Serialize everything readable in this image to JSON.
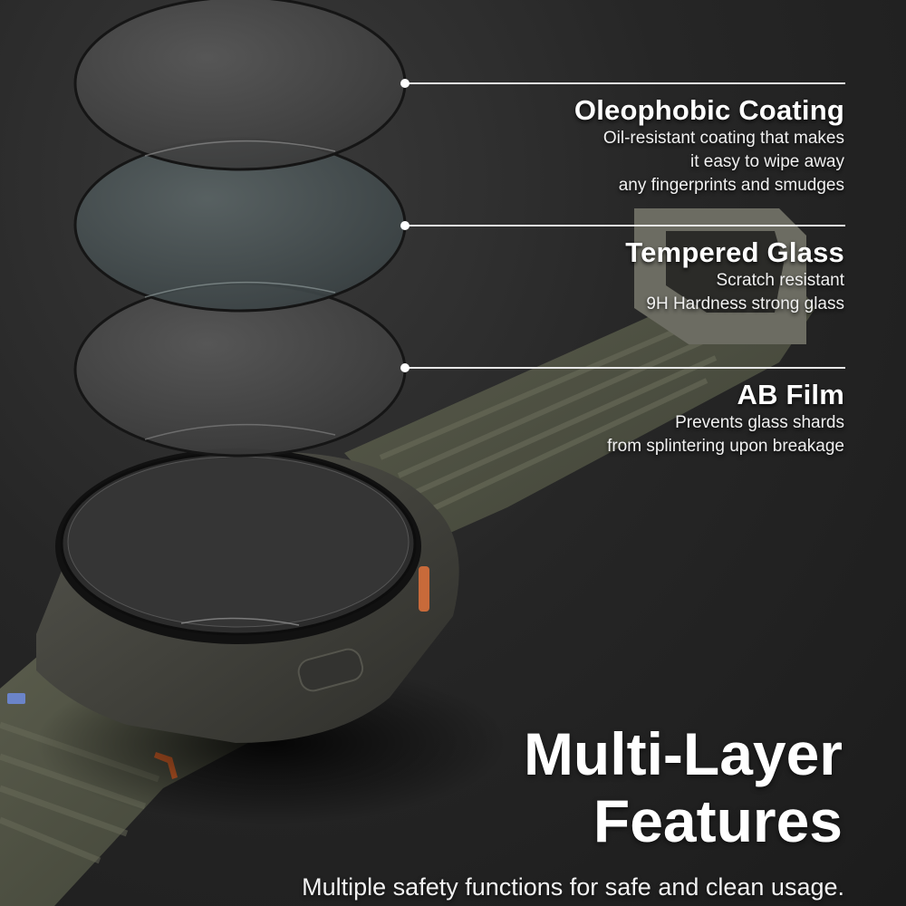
{
  "layers": [
    {
      "title": "Oleophobic Coating",
      "description": [
        "Oil-resistant coating that makes",
        "it easy to wipe away",
        "any fingerprints and smudges"
      ]
    },
    {
      "title": "Tempered Glass",
      "description": [
        "Scratch resistant",
        "9H Hardness strong glass"
      ]
    },
    {
      "title": "AB Film",
      "description": [
        "Prevents glass shards",
        "from splintering upon breakage"
      ]
    }
  ],
  "headline": [
    "Multi-Layer",
    "Features"
  ],
  "tagline": "Multiple safety functions for safe and clean usage.",
  "colors": {
    "background": "#262626",
    "band": "#4a4d3f",
    "accent_orange": "#d9642a",
    "accent_blue": "#6b84c9",
    "text": "#ffffff"
  },
  "icons": [
    "watch-illustration",
    "glass-layer-disc",
    "callout-dot"
  ]
}
